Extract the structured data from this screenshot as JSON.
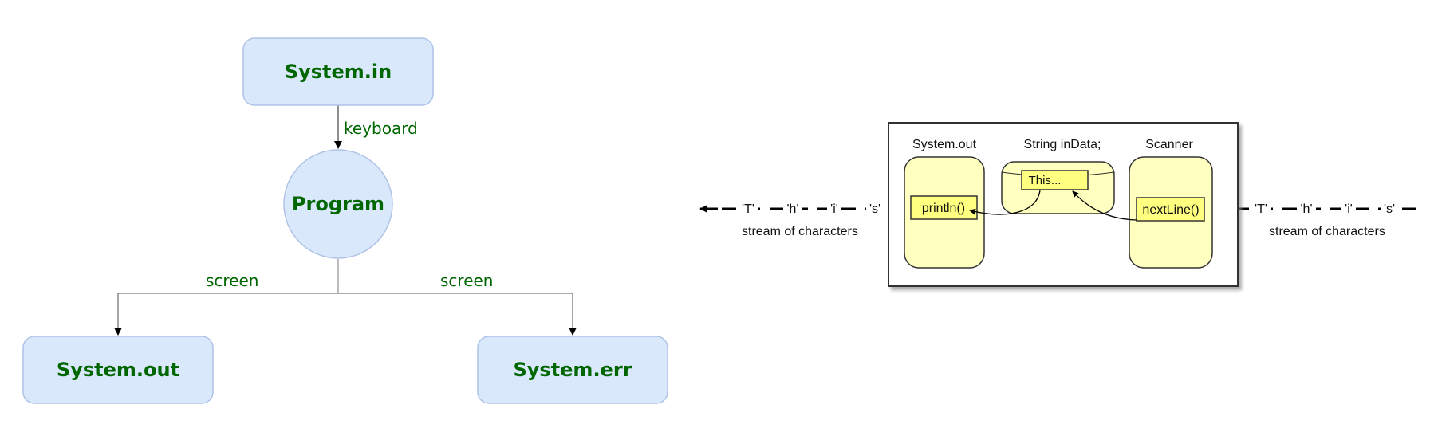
{
  "left_diagram": {
    "nodes": {
      "system_in": "System.in",
      "program": "Program",
      "system_out": "System.out",
      "system_err": "System.err"
    },
    "edges": {
      "keyboard": "keyboard",
      "screen_left": "screen",
      "screen_right": "screen"
    }
  },
  "right_diagram": {
    "left_stream": {
      "chars": [
        "'T'",
        "'h'",
        "'i'",
        "'s'"
      ],
      "caption": "stream of characters"
    },
    "right_stream": {
      "chars": [
        "'T'",
        "'h'",
        "'i'",
        "'s'"
      ],
      "caption": "stream of characters"
    },
    "system_out": {
      "title": "System.out",
      "method": "println()"
    },
    "string_var": {
      "title": "String  inData;",
      "value": "This..."
    },
    "scanner": {
      "title": "Scanner",
      "method": "nextLine()"
    }
  },
  "colors": {
    "node_fill": "#dae8fc",
    "node_stroke": "#aec3e6",
    "text_green": "#006600",
    "yellow_fill": "#ffffc0",
    "yellow_inner": "#ffff80"
  }
}
